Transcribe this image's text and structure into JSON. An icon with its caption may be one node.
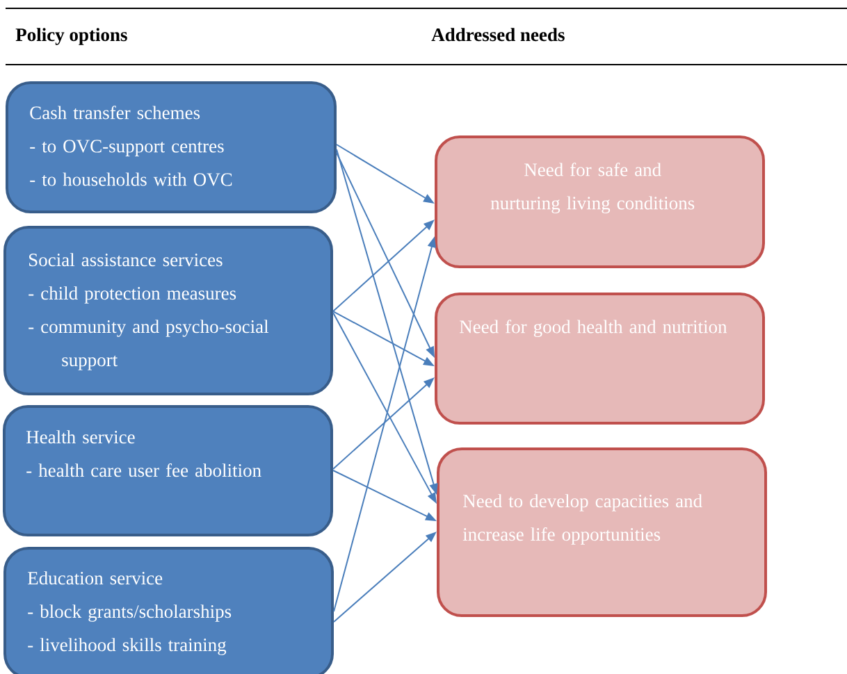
{
  "diagram": {
    "nodes": [
      {
        "text": [
          "Cash transfer schemes",
          "- to OVC-support centres",
          "- to households with OVC"
        ]
      },
      {
        "text": [
          "Social assistance services",
          "- child protection measures",
          "- community and psycho-social support"
        ]
      },
      {
        "text": [
          "Health service",
          "- health care user fee abolition"
        ]
      },
      {
        "text": [
          "Education service",
          "- block grants/scholarships",
          "- livelihood skills training"
        ]
      },
      {
        "text": [
          "Need for safe and nurturing living conditions"
        ]
      },
      {
        "text": [
          "Need for good health and nutrition"
        ]
      },
      {
        "text": [
          "Need to develop capacities and increase life opportunities"
        ]
      }
    ],
    "edges": [
      {
        "from": 0,
        "to": 4,
        "arrow": "to"
      },
      {
        "from": 0,
        "to": 5,
        "arrow": "to"
      },
      {
        "from": 0,
        "to": 6,
        "arrow": "to"
      },
      {
        "from": 1,
        "to": 4,
        "arrow": "to"
      },
      {
        "from": 1,
        "to": 5,
        "arrow": "to"
      },
      {
        "from": 1,
        "to": 6,
        "arrow": "to"
      },
      {
        "from": 2,
        "to": 5,
        "arrow": "to"
      },
      {
        "from": 2,
        "to": 6,
        "arrow": "to"
      },
      {
        "from": 3,
        "to": 4,
        "arrow": "to"
      },
      {
        "from": 3,
        "to": 6,
        "arrow": "to"
      }
    ],
    "labels": [
      "Policy options",
      "Addressed needs"
    ]
  }
}
